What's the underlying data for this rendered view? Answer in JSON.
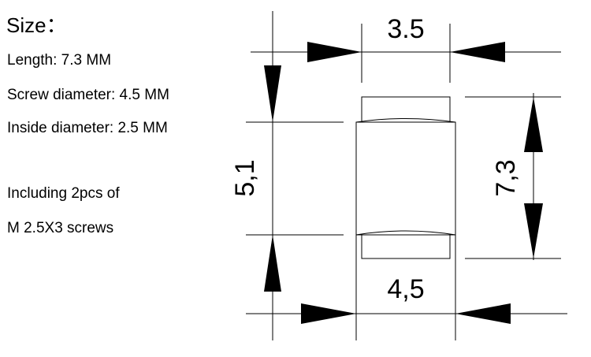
{
  "specs": {
    "heading": "Size：",
    "length": "Length: 7.3 MM",
    "screw_diameter": "Screw diameter: 4.5 MM",
    "inside_diameter": "Inside diameter: 2.5 MM",
    "note_line1": "Including 2pcs of",
    "note_line2": "M 2.5X3 screws"
  },
  "drawing": {
    "dim_top_width": "3.5",
    "dim_bottom_width": "4,5",
    "dim_left_height": "5,1",
    "dim_right_height": "7,3"
  },
  "colors": {
    "ink": "#000000",
    "background": "#ffffff"
  }
}
